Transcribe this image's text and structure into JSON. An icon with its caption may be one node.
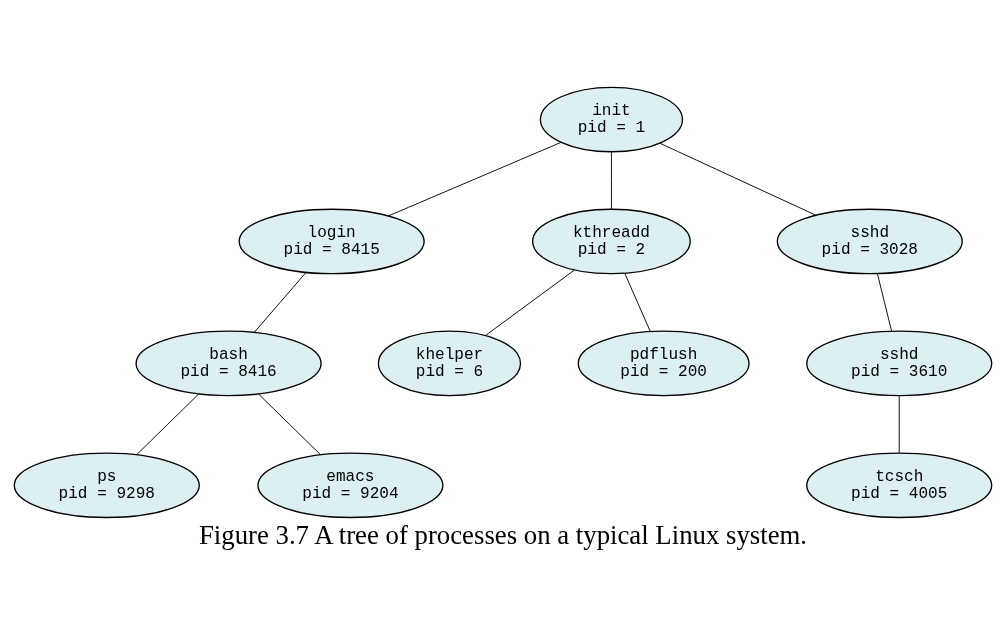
{
  "diagram": {
    "caption": "Figure 3.7 A tree of processes on a typical Linux system.",
    "nodes": [
      {
        "text": [
          "init",
          "pid = 1"
        ]
      },
      {
        "text": [
          "login",
          "pid = 8415"
        ]
      },
      {
        "text": [
          "kthreadd",
          "pid = 2"
        ]
      },
      {
        "text": [
          "sshd",
          "pid = 3028"
        ]
      },
      {
        "text": [
          "bash",
          "pid = 8416"
        ]
      },
      {
        "text": [
          "khelper",
          "pid = 6"
        ]
      },
      {
        "text": [
          "pdflush",
          "pid = 200"
        ]
      },
      {
        "text": [
          "sshd",
          "pid = 3610"
        ]
      },
      {
        "text": [
          "ps",
          "pid = 9298"
        ]
      },
      {
        "text": [
          "emacs",
          "pid = 9204"
        ]
      },
      {
        "text": [
          "tcsch",
          "pid = 4005"
        ]
      }
    ],
    "edges": [
      {
        "from": 0,
        "to": 1,
        "arrow": "none"
      },
      {
        "from": 0,
        "to": 2,
        "arrow": "none"
      },
      {
        "from": 0,
        "to": 3,
        "arrow": "none"
      },
      {
        "from": 1,
        "to": 4,
        "arrow": "none"
      },
      {
        "from": 2,
        "to": 5,
        "arrow": "none"
      },
      {
        "from": 2,
        "to": 6,
        "arrow": "none"
      },
      {
        "from": 3,
        "to": 7,
        "arrow": "none"
      },
      {
        "from": 4,
        "to": 8,
        "arrow": "none"
      },
      {
        "from": 4,
        "to": 9,
        "arrow": "none"
      },
      {
        "from": 7,
        "to": 10,
        "arrow": "none"
      }
    ]
  }
}
